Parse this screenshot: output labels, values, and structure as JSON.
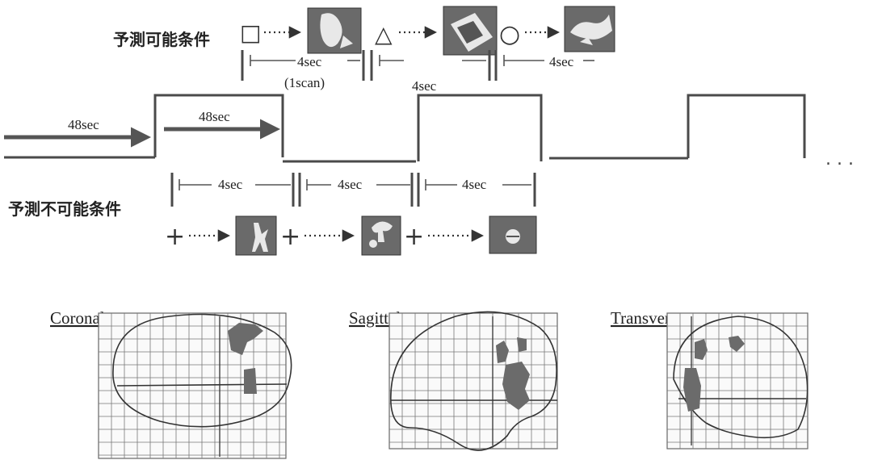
{
  "predictable_condition_label": "予測可能条件",
  "unpredictable_condition_label": "予測不可能条件",
  "interval_labels": {
    "four_sec_a": "4sec",
    "one_scan": "(1scan)",
    "four_sec_b": "4sec",
    "four_sec_c": "4sec",
    "four_sec_d": "4sec",
    "four_sec_e": "4sec",
    "four_sec_f": "4sec"
  },
  "block_labels": {
    "lead_in": "48sec",
    "block": "48sec"
  },
  "continuation": ". . .",
  "cue_symbols": {
    "predictable": [
      "□",
      "△",
      "○"
    ],
    "unpredictable": [
      "+",
      "+",
      "+"
    ]
  },
  "brain_views": [
    "Coronal",
    "Sagittal",
    "Transverse"
  ],
  "icons": {
    "stimulus": "stimulus-photo-icon",
    "arrow": "dotted-arrow-icon"
  },
  "colors": {
    "ink": "#4a4a4a",
    "stimulus": "#6a6a6a",
    "activation": "#6b6b6b"
  }
}
